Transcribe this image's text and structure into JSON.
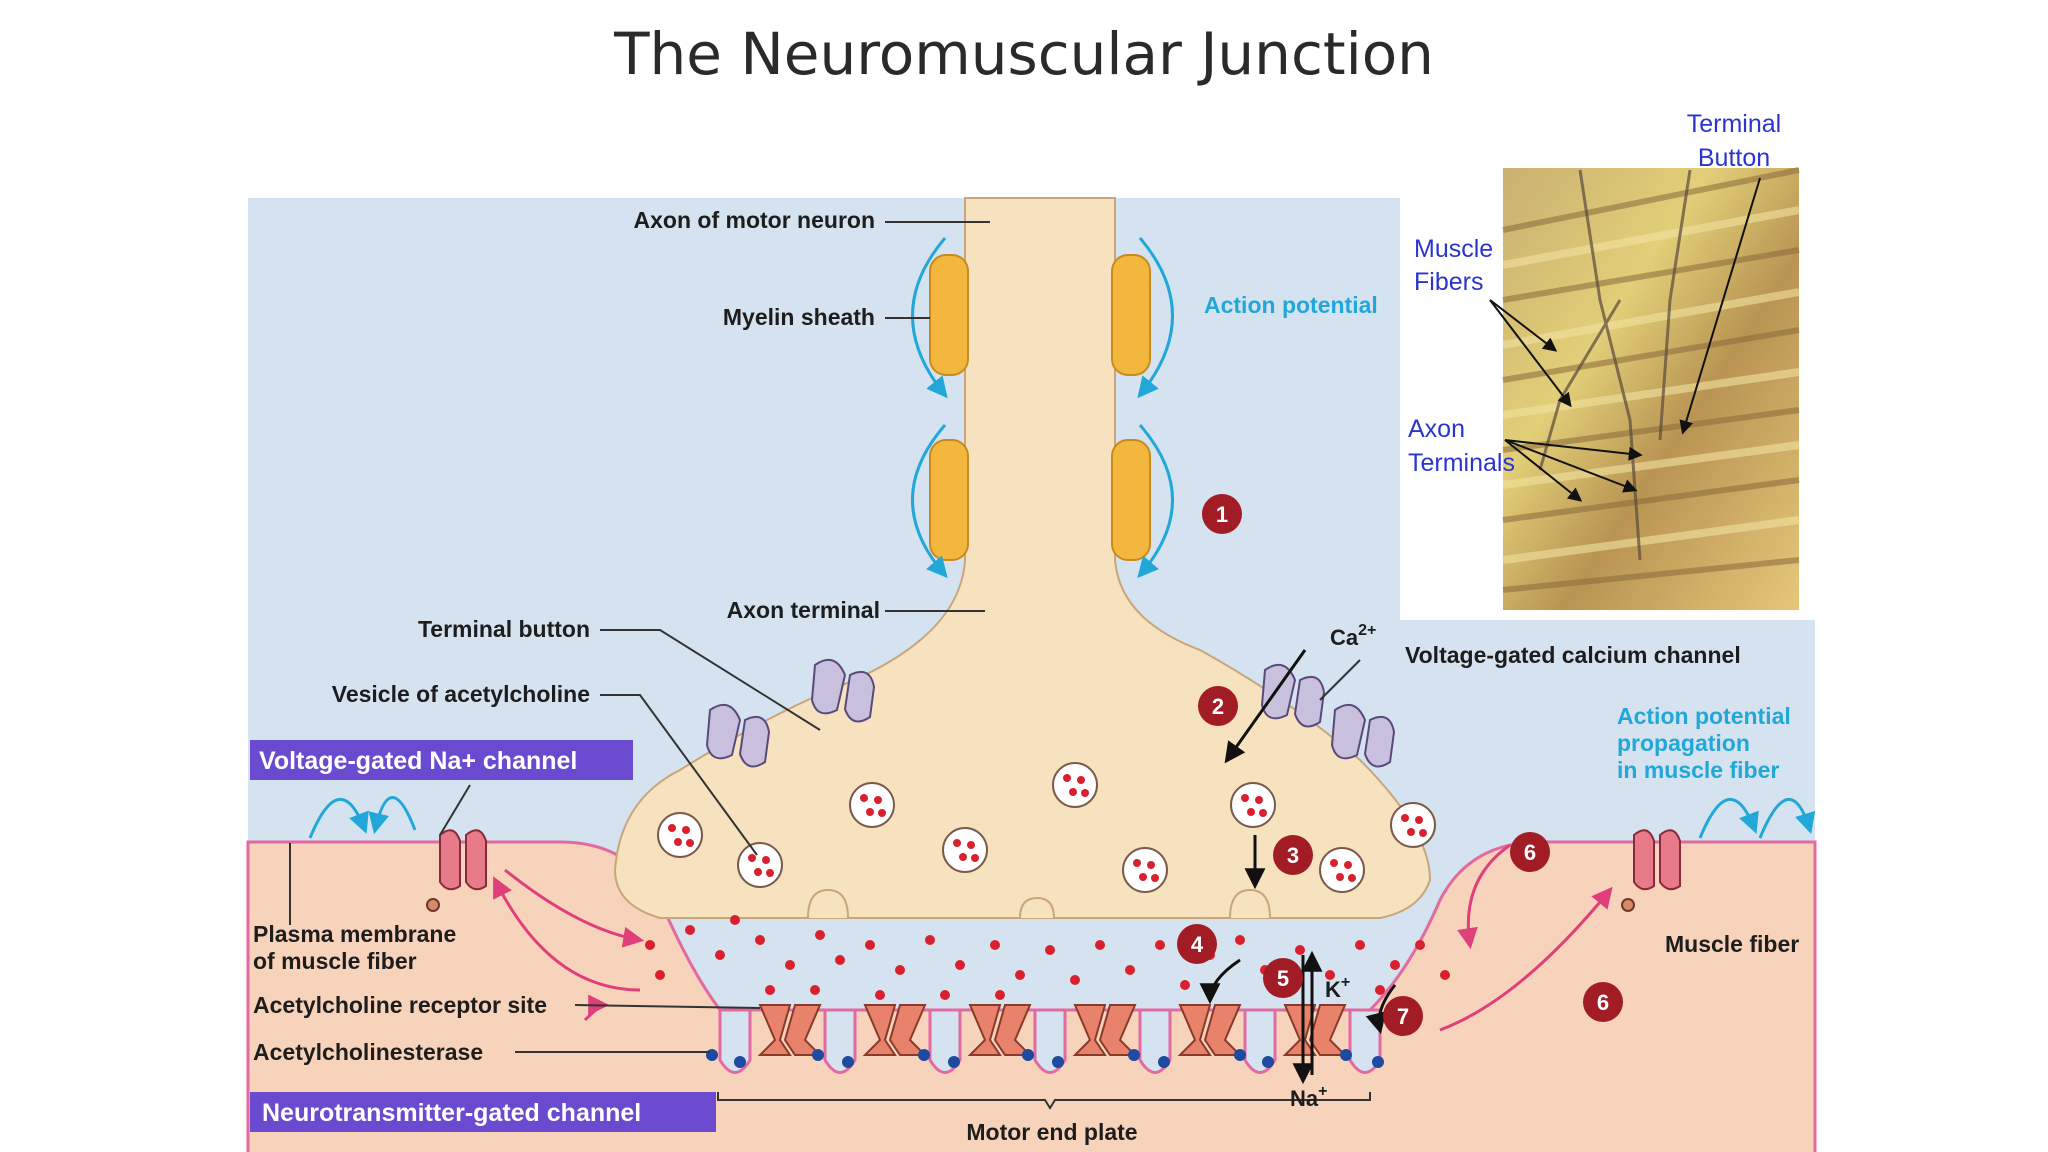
{
  "title": "The Neuromuscular Junction",
  "labels": {
    "axon": "Axon of motor neuron",
    "myelin": "Myelin sheath",
    "action_potential": "Action potential",
    "axon_terminal": "Axon terminal",
    "terminal_button": "Terminal button",
    "vesicle": "Vesicle of acetylcholine",
    "voltage_na": "Voltage-gated Na+ channel",
    "voltage_ca": "Voltage-gated calcium channel",
    "ap_muscle_1": "Action potential",
    "ap_muscle_2": "propagation",
    "ap_muscle_3": "in muscle fiber",
    "plasma_1": "Plasma membrane",
    "plasma_2": "of muscle fiber",
    "ach_receptor": "Acetylcholine receptor site",
    "ache": "Acetylcholinesterase",
    "nt_gated": "Neurotransmitter-gated channel",
    "muscle_fiber": "Muscle fiber",
    "motor_end_plate": "Motor end plate",
    "ca": "Ca",
    "ca_sup": "2+",
    "k": "K",
    "k_sup": "+",
    "na": "Na",
    "na_sup": "+"
  },
  "photo": {
    "terminal_button_1": "Terminal",
    "terminal_button_2": "Button",
    "muscle_fibers_1": "Muscle",
    "muscle_fibers_2": "Fibers",
    "axon_terminals_1": "Axon",
    "axon_terminals_2": "Terminals"
  },
  "steps": [
    "1",
    "2",
    "3",
    "4",
    "5",
    "6",
    "6",
    "7"
  ],
  "colors": {
    "background_panel": "#d5e3f0",
    "neuron": "#f7e2c0",
    "myelin": "#f4b73e",
    "muscle": "#f8d3bb",
    "step_marker": "#a21c26",
    "label_box": "#6a4bd0",
    "acetylcholine": "#d9202e",
    "acetylcholinesterase": "#1e4aa0"
  }
}
